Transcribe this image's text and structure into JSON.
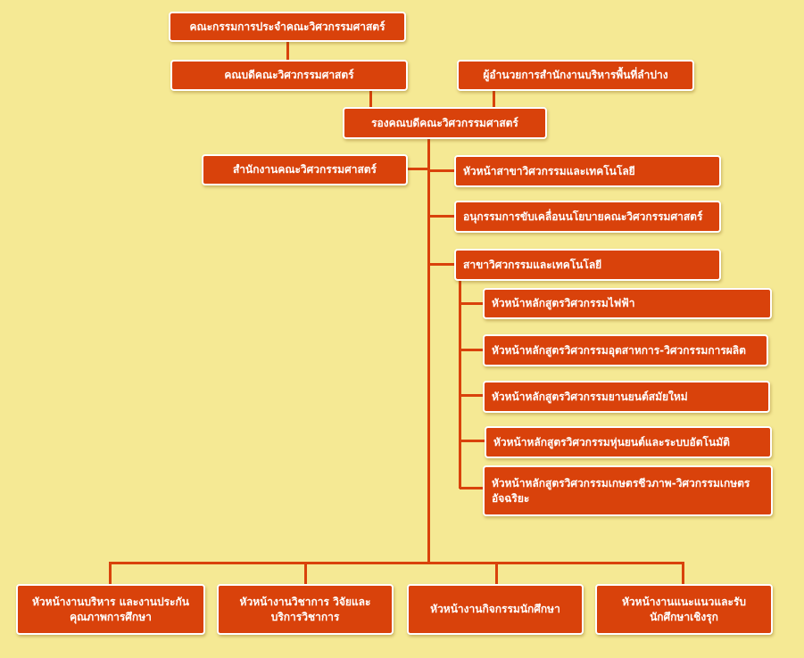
{
  "org_chart": {
    "board": "คณะกรรมการประจำคณะวิศวกรรมศาสตร์",
    "dean": "คณบดีคณะวิศวกรรมศาสตร์",
    "director": "ผู้อำนวยการสำนักงานบริหารพื้นที่ลำปาง",
    "vice_dean": "รองคณบดีคณะวิศวกรรมศาสตร์",
    "faculty_office": "สำนักงานคณะวิศวกรรมศาสตร์",
    "right_branch": [
      "หัวหน้าสาขาวิศวกรรมและเทคโนโลยี",
      "อนุกรรมการขับเคลื่อนนโยบายคณะวิศวกรรมศาสตร์",
      "สาขาวิศวกรรมและเทคโนโลยี"
    ],
    "program_heads": [
      "หัวหน้าหลักสูตรวิศวกรรมไฟฟ้า",
      "หัวหน้าหลักสูตรวิศวกรรมอุตสาหการ-วิศวกรรมการผลิต",
      "หัวหน้าหลักสูตรวิศวกรรมยานยนต์สมัยใหม่",
      "หัวหน้าหลักสูตรวิศวกรรมหุ่นยนต์และระบบอัตโนมัติ",
      "หัวหน้าหลักสูตรวิศวกรรมเกษตรชีวภาพ-วิศวกรรมเกษตรอัจฉริยะ"
    ],
    "bottom_units": [
      "หัวหน้างานบริหาร และงานประกันคุณภาพการศึกษา",
      "หัวหน้างานวิชาการ วิจัยและบริการวิชาการ",
      "หัวหน้างานกิจกรรมนักศึกษา",
      "หัวหน้างานแนะแนวและรับนักศึกษาเชิงรุก"
    ]
  }
}
